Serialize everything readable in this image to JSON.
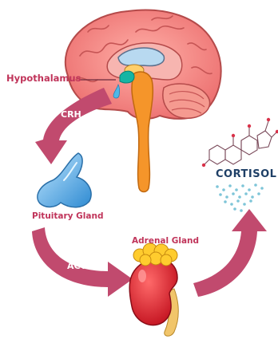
{
  "labels": {
    "hypothalamus": "Hypothalamus",
    "pituitary_gland": "Pituitary Gland",
    "adrenal_gland": "Adrenal Gland",
    "cortisol": "CORTISOL"
  },
  "arrows": {
    "crh": "CRH",
    "acth": "ACTH"
  },
  "colors": {
    "label_text": "#c0345a",
    "arrow_fill": "#c14a6e",
    "cortisol_text": "#1e3f66",
    "brain": "#f07a7a",
    "pituitary": "#4fa7e3",
    "kidney": "#e32233",
    "adrenal_cap": "#ffcc2e"
  }
}
